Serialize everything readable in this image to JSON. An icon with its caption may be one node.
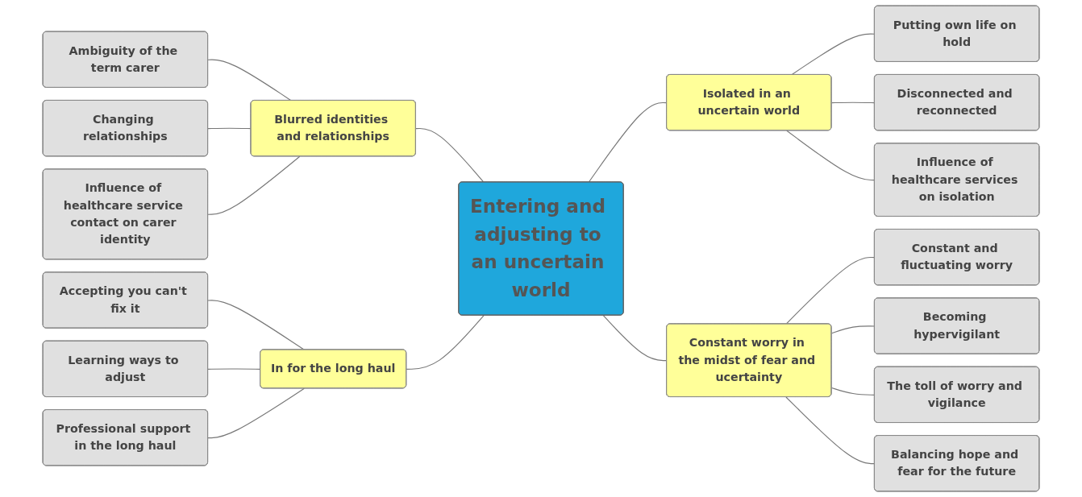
{
  "diagram": {
    "nodes": [
      {
        "text": [
          "Entering and adjusting to an uncertain world"
        ]
      },
      {
        "text": [
          "Blurred identities and relationships"
        ]
      },
      {
        "text": [
          "Ambiguity of the term carer"
        ]
      },
      {
        "text": [
          "Changing relationships"
        ]
      },
      {
        "text": [
          "Influence of healthcare service contact on carer identity"
        ]
      },
      {
        "text": [
          "In for the long haul"
        ]
      },
      {
        "text": [
          "Accepting you can't fix it"
        ]
      },
      {
        "text": [
          "Learning ways to adjust"
        ]
      },
      {
        "text": [
          "Professional support in the long haul"
        ]
      },
      {
        "text": [
          "Isolated in an uncertain world"
        ]
      },
      {
        "text": [
          "Putting own life on hold"
        ]
      },
      {
        "text": [
          "Disconnected and reconnected"
        ]
      },
      {
        "text": [
          "Influence of healthcare services on isolation"
        ]
      },
      {
        "text": [
          "Constant worry in the midst of fear and ucertainty"
        ]
      },
      {
        "text": [
          "Constant and fluctuating worry"
        ]
      },
      {
        "text": [
          "Becoming hypervigilant"
        ]
      },
      {
        "text": [
          "The toll of worry and vigilance"
        ]
      },
      {
        "text": [
          "Balancing hope and fear for the future"
        ]
      }
    ],
    "edges": [
      {
        "from": 0,
        "to": 1,
        "arrow": "none"
      },
      {
        "from": 1,
        "to": 2,
        "arrow": "none"
      },
      {
        "from": 1,
        "to": 3,
        "arrow": "none"
      },
      {
        "from": 1,
        "to": 4,
        "arrow": "none"
      },
      {
        "from": 0,
        "to": 5,
        "arrow": "none"
      },
      {
        "from": 5,
        "to": 6,
        "arrow": "none"
      },
      {
        "from": 5,
        "to": 7,
        "arrow": "none"
      },
      {
        "from": 5,
        "to": 8,
        "arrow": "none"
      },
      {
        "from": 0,
        "to": 9,
        "arrow": "none"
      },
      {
        "from": 9,
        "to": 10,
        "arrow": "none"
      },
      {
        "from": 9,
        "to": 11,
        "arrow": "none"
      },
      {
        "from": 9,
        "to": 12,
        "arrow": "none"
      },
      {
        "from": 0,
        "to": 13,
        "arrow": "none"
      },
      {
        "from": 13,
        "to": 14,
        "arrow": "none"
      },
      {
        "from": 13,
        "to": 15,
        "arrow": "none"
      },
      {
        "from": 13,
        "to": 16,
        "arrow": "none"
      },
      {
        "from": 13,
        "to": 17,
        "arrow": "none"
      }
    ]
  }
}
